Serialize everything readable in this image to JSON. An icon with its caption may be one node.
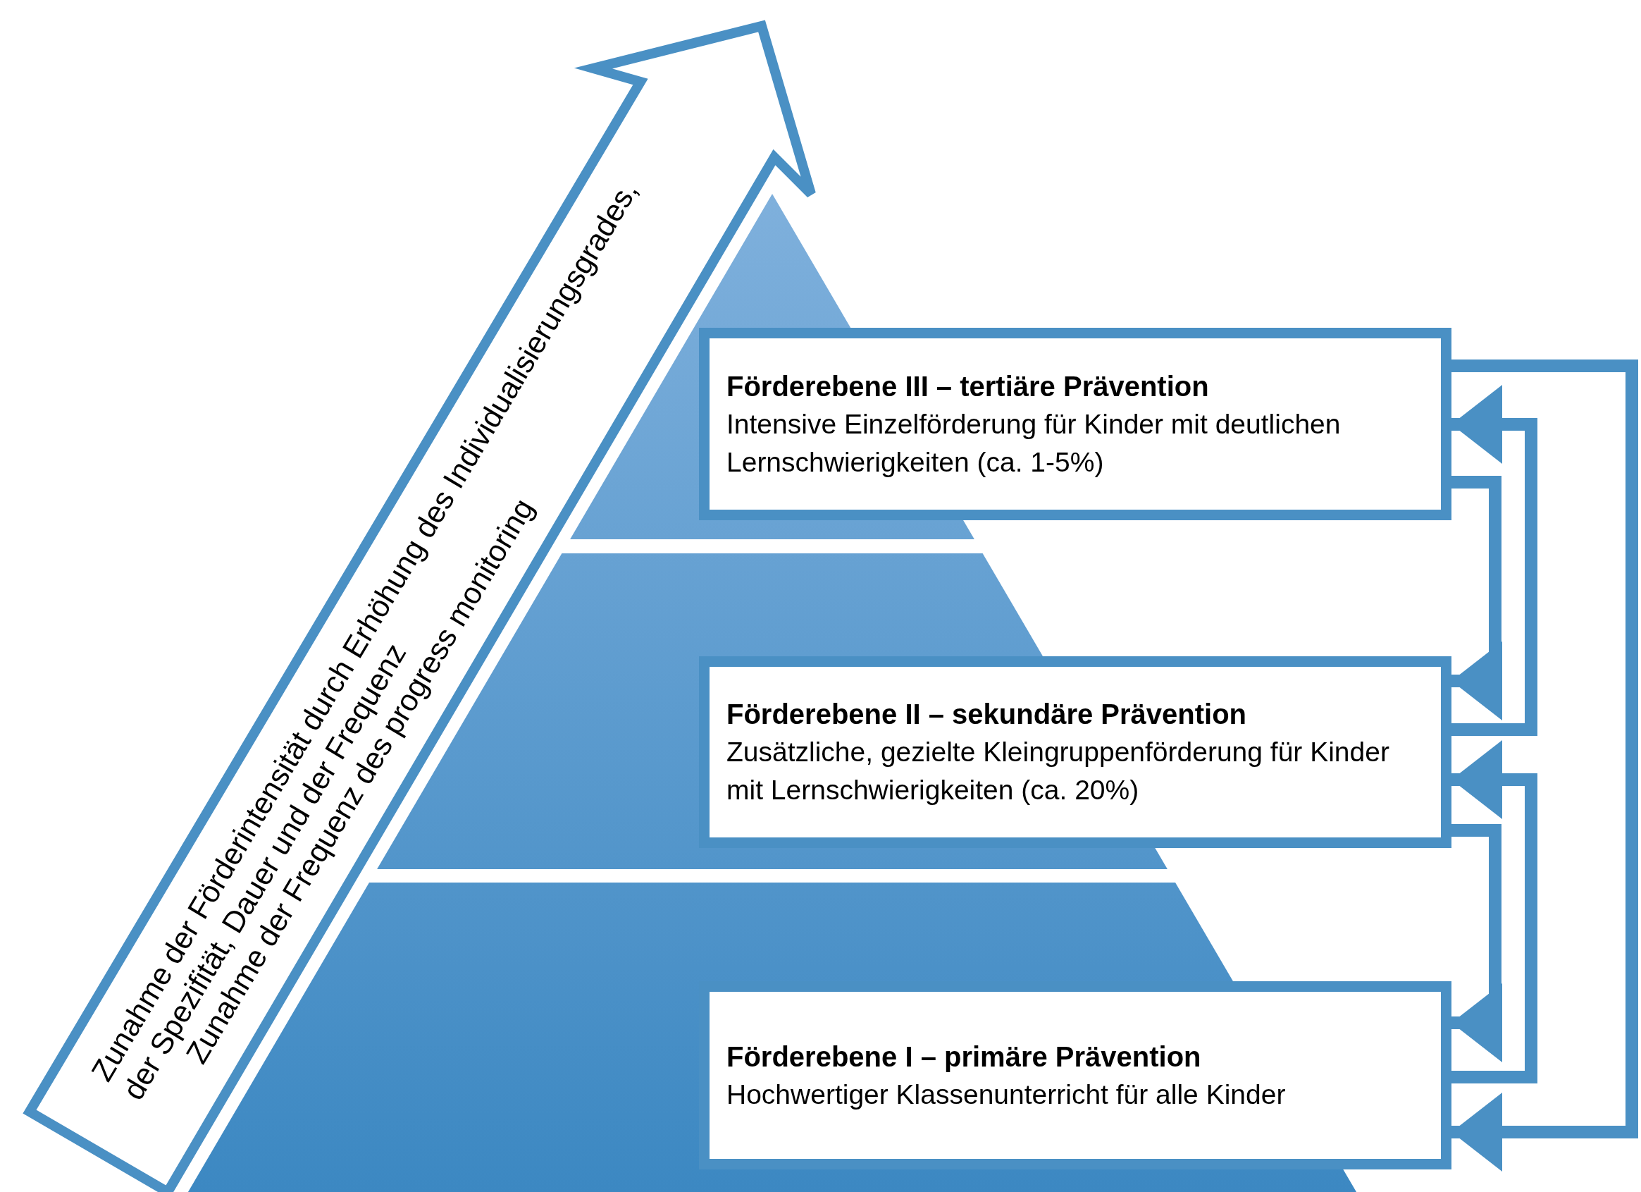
{
  "diagram": {
    "nodes": [
      {
        "text": [
          "Zunahme der Förderintensität durch Erhöhung des Individualisierungsgrades, der Spezifität, Dauer und der Frequenz",
          "Zunahme der Frequenz des progress monitoring"
        ]
      },
      {
        "text": [
          "Förderebene III – tertiäre Prävention",
          "Intensive Einzelförderung für Kinder mit deutlichen Lernschwierigkeiten (ca. 1-5%)"
        ]
      },
      {
        "text": [
          "Förderebene II – sekundäre Prävention",
          "Zusätzliche, gezielte Kleingruppenförderung für Kinder mit Lernschwierigkeiten (ca. 20%)"
        ]
      },
      {
        "text": [
          "Förderebene I – primäre Prävention",
          "Hochwertiger Klassenunterricht für alle Kinder"
        ]
      }
    ],
    "edges": [
      {
        "from": 1,
        "to": 2,
        "arrow": "to"
      },
      {
        "from": 2,
        "to": 1,
        "arrow": "to"
      },
      {
        "from": 2,
        "to": 3,
        "arrow": "to"
      },
      {
        "from": 3,
        "to": 2,
        "arrow": "to"
      },
      {
        "from": 1,
        "to": 3,
        "arrow": "to"
      }
    ]
  }
}
